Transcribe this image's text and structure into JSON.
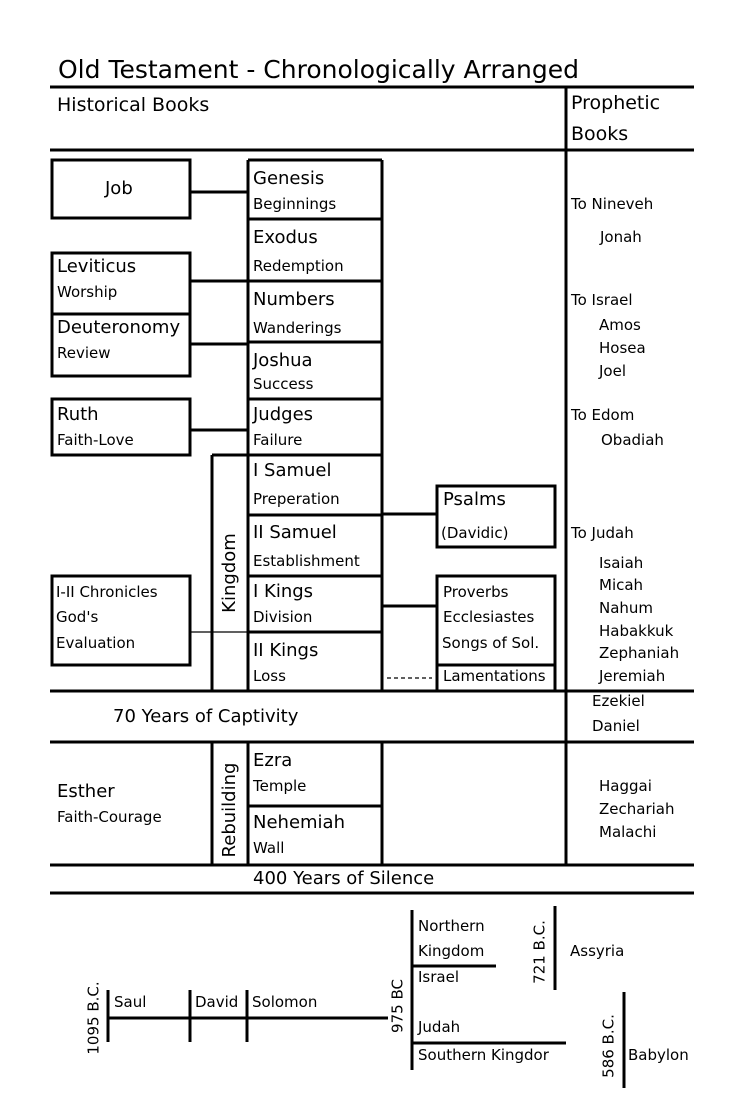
{
  "title": "Old Testament - Chronologically Arranged",
  "headers": {
    "historical": "Historical Books",
    "prophetic_1": "Prophetic",
    "prophetic_2": "Books"
  },
  "left_books": {
    "job": "Job",
    "leviticus": {
      "name": "Leviticus",
      "theme": "Worship"
    },
    "deuteronomy": {
      "name": "Deuteronomy",
      "theme": "Review"
    },
    "ruth": {
      "name": "Ruth",
      "theme": "Faith-Love"
    },
    "chronicles": {
      "name": "I-II Chronicles",
      "theme1": "God's",
      "theme2": "Evaluation"
    },
    "esther": {
      "name": "Esther",
      "theme": "Faith-Courage"
    }
  },
  "center_books": [
    {
      "name": "Genesis",
      "theme": "Beginnings"
    },
    {
      "name": "Exodus",
      "theme": "Redemption"
    },
    {
      "name": "Numbers",
      "theme": "Wanderings"
    },
    {
      "name": "Joshua",
      "theme": "Success"
    },
    {
      "name": "Judges",
      "theme": "Failure"
    },
    {
      "name": "I Samuel",
      "theme": "Preperation"
    },
    {
      "name": "II Samuel",
      "theme": "Establishment"
    },
    {
      "name": "I Kings",
      "theme": "Division"
    },
    {
      "name": "II Kings",
      "theme": "Loss"
    },
    {
      "name": "Ezra",
      "theme": "Temple"
    },
    {
      "name": "Nehemiah",
      "theme": "Wall"
    }
  ],
  "vertical_labels": {
    "kingdom": "Kingdom",
    "rebuilding": "Rebuilding"
  },
  "wisdom": {
    "psalms": "Psalms",
    "davidic": "(Davidic)",
    "proverbs": "Proverbs",
    "ecclesiastes": "Ecclesiastes",
    "songs": "Songs of Sol.",
    "lamentations": "Lamentations"
  },
  "bands": {
    "captivity": "70 Years of Captivity",
    "silence": "400 Years of Silence"
  },
  "prophets": {
    "to_nineveh": "To Nineveh",
    "jonah": "Jonah",
    "to_israel": "To  Israel",
    "amos": "Amos",
    "hosea": "Hosea",
    "joel": "Joel",
    "to_edom": "To Edom",
    "obadiah": "Obadiah",
    "to_judah": "To Judah",
    "isaiah": "Isaiah",
    "micah": "Micah",
    "nahum": "Nahum",
    "habakkuk": "Habakkuk",
    "zephaniah": "Zephaniah",
    "jeremiah": "Jeremiah",
    "ezekiel": "Ezekiel",
    "daniel": "Daniel",
    "haggai": "Haggai",
    "zechariah": "Zechariah",
    "malachi": "Malachi"
  },
  "timeline": {
    "date_1095": "1095 B.C.",
    "saul": "Saul",
    "david": "David",
    "solomon": "Solomon",
    "date_975": "975 BC",
    "northern": "Northern",
    "kingdom": "Kingdom",
    "israel": "Israel",
    "judah": "Judah",
    "southern": "Southern Kingdor",
    "date_721": "721 B.C.",
    "assyria": "Assyria",
    "date_586": "586 B.C.",
    "babylon": "Babylon"
  }
}
